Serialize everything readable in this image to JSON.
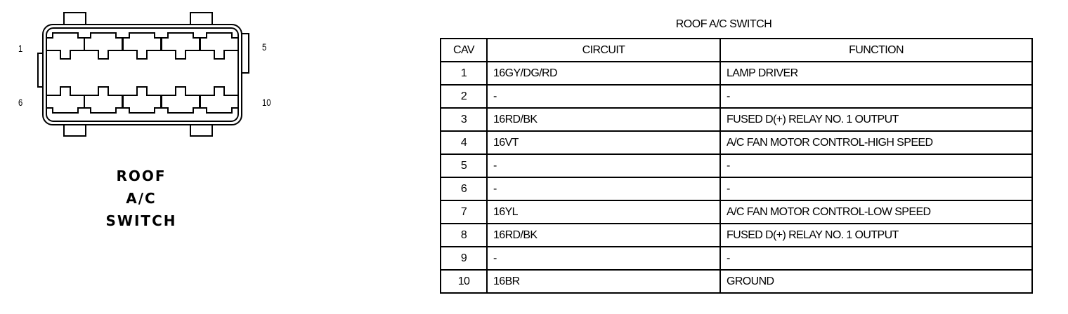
{
  "connector": {
    "pin_labels": {
      "p1": "1",
      "p5": "5",
      "p6": "6",
      "p10": "10"
    },
    "label_lines": [
      "ROOF",
      "A/C",
      "SWITCH"
    ]
  },
  "table": {
    "title": "ROOF A/C SWITCH",
    "headers": [
      "CAV",
      "CIRCUIT",
      "FUNCTION"
    ],
    "rows": [
      [
        "1",
        "16GY/DG/RD",
        "LAMP DRIVER"
      ],
      [
        "2",
        "-",
        "-"
      ],
      [
        "3",
        "16RD/BK",
        "FUSED D(+) RELAY NO. 1 OUTPUT"
      ],
      [
        "4",
        "16VT",
        "A/C FAN MOTOR CONTROL-HIGH SPEED"
      ],
      [
        "5",
        "-",
        "-"
      ],
      [
        "6",
        "-",
        "-"
      ],
      [
        "7",
        "16YL",
        "A/C FAN MOTOR CONTROL-LOW SPEED"
      ],
      [
        "8",
        "16RD/BK",
        "FUSED D(+) RELAY NO. 1 OUTPUT"
      ],
      [
        "9",
        "-",
        "-"
      ],
      [
        "10",
        "16BR",
        "GROUND"
      ]
    ]
  }
}
